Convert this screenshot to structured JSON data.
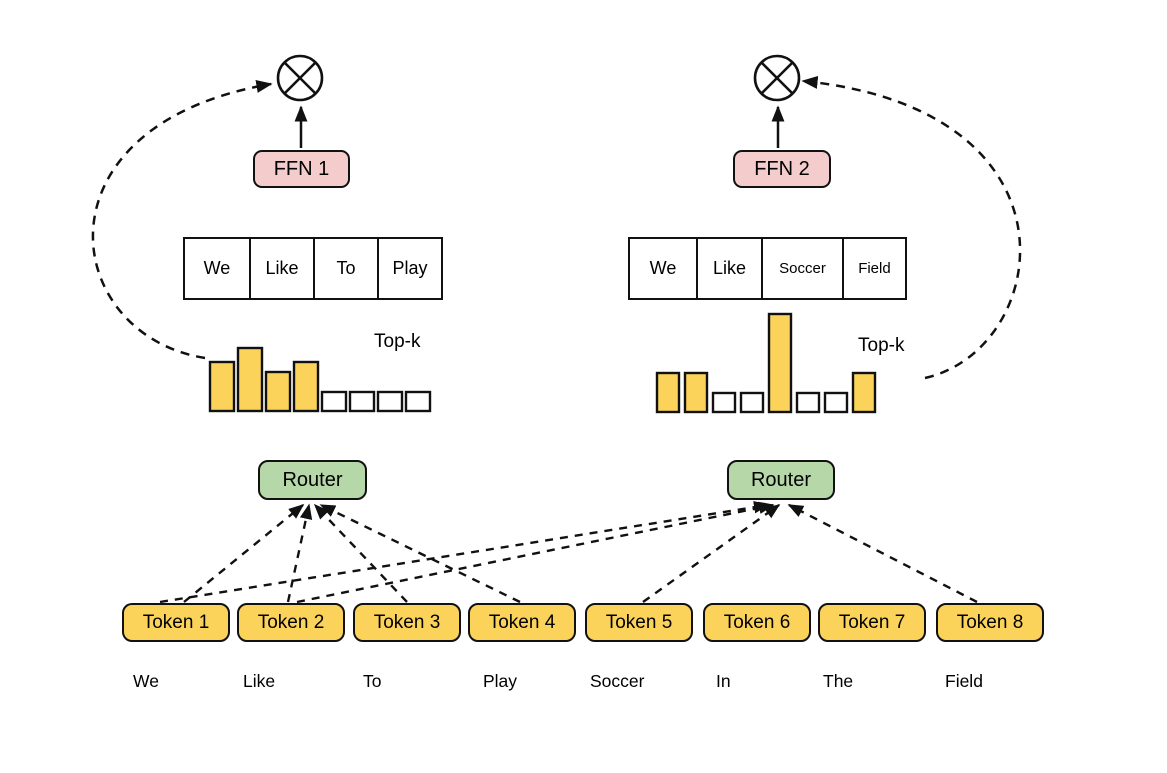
{
  "diagram_type": "mixture-of-experts-token-routing",
  "colors": {
    "ffn_fill": "#F4CCCC",
    "router_fill": "#B6D7A8",
    "token_fill": "#FBD35B",
    "stroke": "#111111",
    "background": "#FFFFFF"
  },
  "experts": [
    {
      "ffn_label": "FFN 1",
      "combine_icon": "circled-times",
      "topk_label": "Top-k",
      "processed_words": [
        "We",
        "Like",
        "To",
        "Play"
      ],
      "router_label": "Router",
      "score_bars": [
        {
          "height": 49,
          "selected": true
        },
        {
          "height": 63,
          "selected": true
        },
        {
          "height": 39,
          "selected": true
        },
        {
          "height": 49,
          "selected": true
        },
        {
          "height": 19,
          "selected": false
        },
        {
          "height": 19,
          "selected": false
        },
        {
          "height": 19,
          "selected": false
        },
        {
          "height": 19,
          "selected": false
        }
      ]
    },
    {
      "ffn_label": "FFN 2",
      "combine_icon": "circled-times",
      "topk_label": "Top-k",
      "processed_words": [
        "We",
        "Like",
        "Soccer",
        "Field"
      ],
      "router_label": "Router",
      "score_bars": [
        {
          "height": 39,
          "selected": true
        },
        {
          "height": 39,
          "selected": true
        },
        {
          "height": 19,
          "selected": false
        },
        {
          "height": 19,
          "selected": false
        },
        {
          "height": 98,
          "selected": true
        },
        {
          "height": 19,
          "selected": false
        },
        {
          "height": 19,
          "selected": false
        },
        {
          "height": 39,
          "selected": true
        }
      ]
    }
  ],
  "tokens": [
    {
      "label": "Token 1",
      "word": "We"
    },
    {
      "label": "Token 2",
      "word": "Like"
    },
    {
      "label": "Token 3",
      "word": "To"
    },
    {
      "label": "Token 4",
      "word": "Play"
    },
    {
      "label": "Token 5",
      "word": "Soccer"
    },
    {
      "label": "Token 6",
      "word": "In"
    },
    {
      "label": "Token 7",
      "word": "The"
    },
    {
      "label": "Token 8",
      "word": "Field"
    }
  ],
  "routing_edges": [
    {
      "token": 0,
      "router": 0
    },
    {
      "token": 1,
      "router": 0
    },
    {
      "token": 2,
      "router": 0
    },
    {
      "token": 3,
      "router": 0
    },
    {
      "token": 0,
      "router": 1
    },
    {
      "token": 1,
      "router": 1
    },
    {
      "token": 4,
      "router": 1
    },
    {
      "token": 7,
      "router": 1
    }
  ]
}
